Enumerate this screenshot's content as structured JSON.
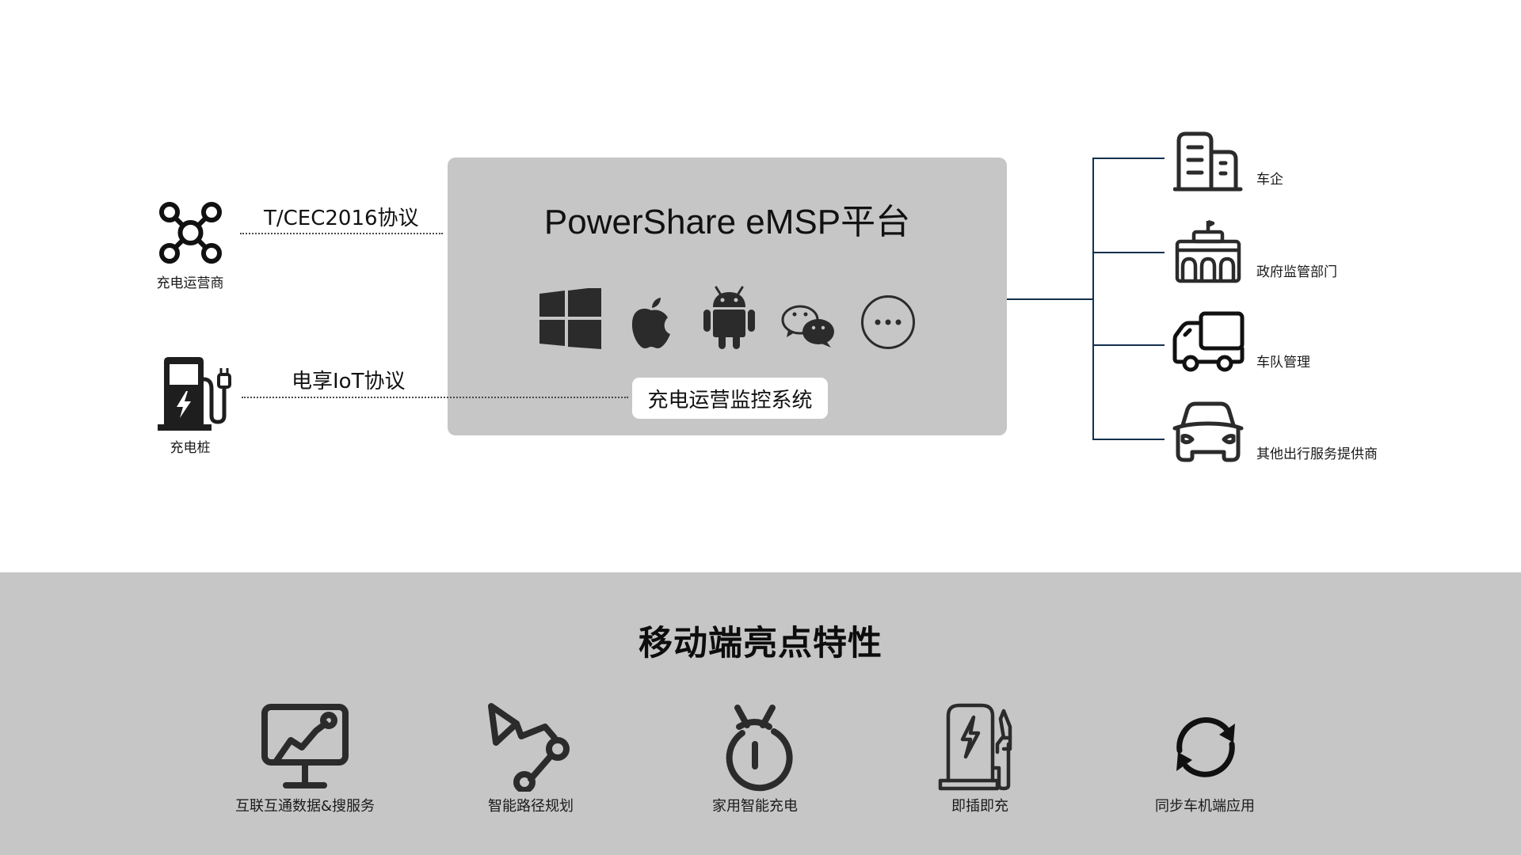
{
  "platform": {
    "title": "PowerShare eMSP平台",
    "system_label": "充电运营监控系统",
    "client_icons": [
      "windows-icon",
      "apple-icon",
      "android-icon",
      "wechat-icon",
      "more-icon"
    ]
  },
  "left_sources": [
    {
      "label": "充电运营商",
      "icon": "network-nodes-icon",
      "protocol": "T/CEC2016协议"
    },
    {
      "label": "充电桩",
      "icon": "charging-pile-icon",
      "protocol": "电享IoT协议"
    }
  ],
  "right_targets": [
    {
      "label": "车企",
      "icon": "buildings-icon"
    },
    {
      "label": "政府监管部门",
      "icon": "government-building-icon"
    },
    {
      "label": "车队管理",
      "icon": "truck-icon"
    },
    {
      "label": "其他出行服务提供商",
      "icon": "car-icon"
    }
  ],
  "highlights": {
    "title": "移动端亮点特性",
    "items": [
      {
        "label": "互联互通数据&搜服务",
        "icon": "monitor-chart-icon"
      },
      {
        "label": "智能路径规划",
        "icon": "route-icon"
      },
      {
        "label": "家用智能充电",
        "icon": "home-charger-icon"
      },
      {
        "label": "即插即充",
        "icon": "charging-station-icon"
      },
      {
        "label": "同步车机端应用",
        "icon": "sync-icon"
      }
    ]
  },
  "colors": {
    "panel_bg": "#c6c6c6",
    "bottom_bg": "#c6c6c6",
    "tree_line": "#14304d",
    "icon_dark": "#2b2b2b"
  }
}
